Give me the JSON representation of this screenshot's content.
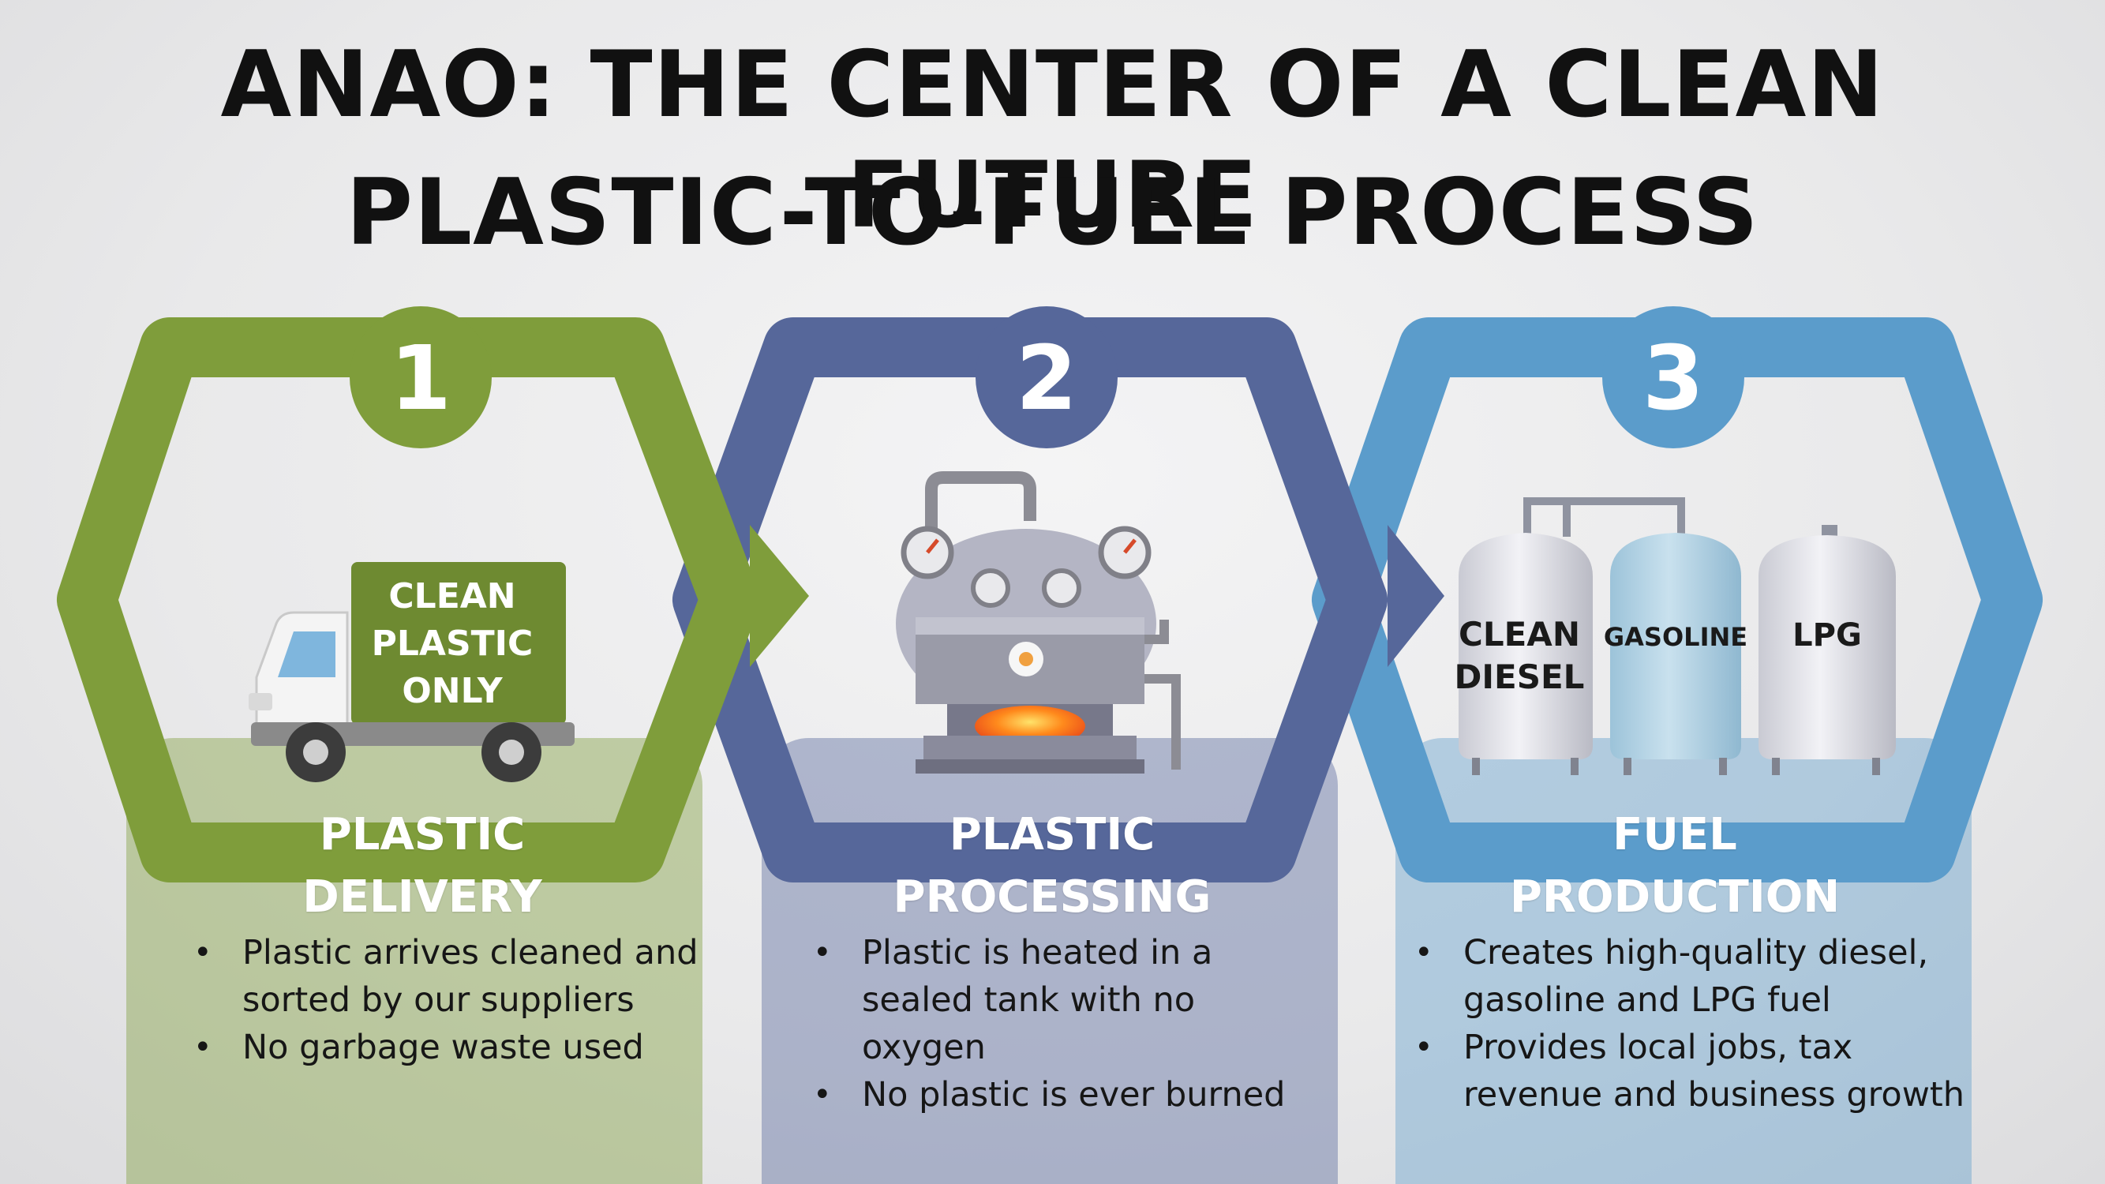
{
  "title": {
    "line1": "ANAO: THE CENTER OF A CLEAN FUTURE",
    "line2": "PLASTIC-TO-FUEL PROCESS"
  },
  "colors": {
    "step1": "#7f9d3b",
    "step2": "#56679a",
    "step3": "#5b9ccb"
  },
  "steps": [
    {
      "number": "1",
      "heading_line1": "PLASTIC",
      "heading_line2": "DELIVERY",
      "icon": "delivery-truck-icon",
      "truck_label": [
        "CLEAN",
        "PLASTIC",
        "ONLY"
      ],
      "bullets": [
        "Plastic arrives cleaned and sorted by our suppliers",
        "No garbage waste used"
      ]
    },
    {
      "number": "2",
      "heading_line1": "PLASTIC",
      "heading_line2": "PROCESSING",
      "icon": "reactor-tank-icon",
      "bullets": [
        "Plastic is heated in a sealed tank with no oxygen",
        "No plastic is ever burned"
      ]
    },
    {
      "number": "3",
      "heading_line1": "FUEL",
      "heading_line2": "PRODUCTION",
      "icon": "fuel-tanks-icon",
      "tank_labels": [
        "CLEAN",
        "DIESEL",
        "GASOLINE",
        "LPG"
      ],
      "bullets": [
        "Creates high-quality diesel, gasoline and LPG fuel",
        "Provides local jobs, tax revenue and business growth"
      ]
    }
  ]
}
